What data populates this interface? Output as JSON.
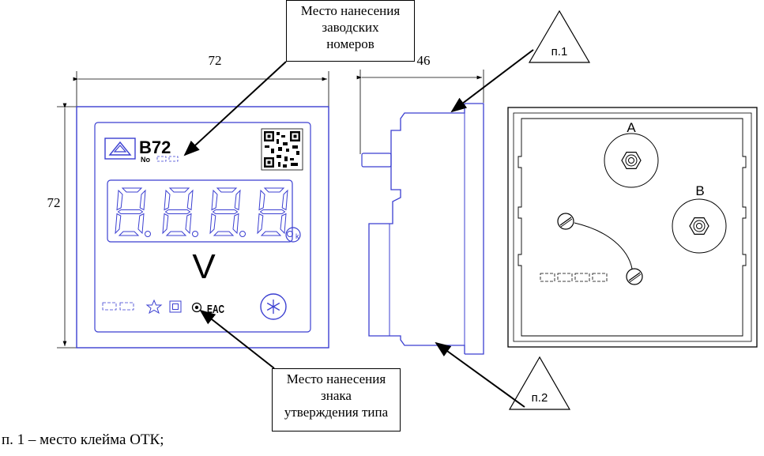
{
  "dimensions": {
    "front_width": "72",
    "front_height": "72",
    "side_depth": "46"
  },
  "device": {
    "model": "B72",
    "serial_prefix": "No",
    "unit": "V",
    "certification_mark": "EAC",
    "digits_display": "8.8.8.8."
  },
  "callouts": {
    "serial_place": [
      "Место нанесения",
      "заводских",
      "номеров"
    ],
    "type_approval_place": [
      "Место нанесения",
      "знака",
      "утверждения типа"
    ]
  },
  "markers": {
    "p1": "п.1",
    "p2": "п.2"
  },
  "terminals": {
    "a": "A",
    "b": "B"
  },
  "footnote": "п. 1 – место клейма ОТК;",
  "colors": {
    "outline_blue": "#3b3fd1",
    "line_black": "#000000"
  }
}
